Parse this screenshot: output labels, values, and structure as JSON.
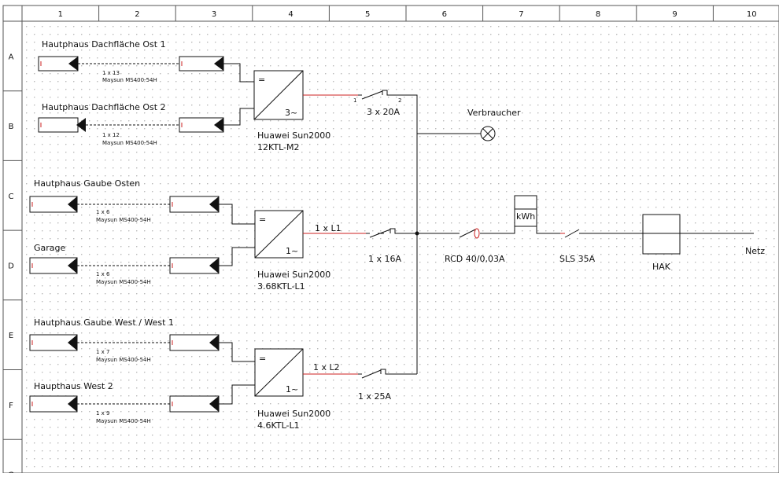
{
  "columns": [
    "1",
    "2",
    "3",
    "4",
    "5",
    "6",
    "7",
    "8",
    "9",
    "10"
  ],
  "rows": [
    "A",
    "B",
    "C",
    "D",
    "E",
    "F",
    "G"
  ],
  "colors": {
    "wire": "#111111",
    "dc": "#111111",
    "accent": "#cc2222",
    "grid": "#bdbdbd",
    "border": "#555555",
    "dots": "#9a9a9a"
  },
  "strings": [
    {
      "title": "Hautphaus Dachfläche Ost 1",
      "count": "1 x 13",
      "module": "Maysun MS400-54H"
    },
    {
      "title": "Hautphaus Dachfläche Ost 2",
      "count": "1 x 12",
      "module": "Maysun MS400-54H"
    },
    {
      "title": "Hautphaus Gaube Osten",
      "count": "1 x 6",
      "module": "Maysun MS400-54H"
    },
    {
      "title": "Garage",
      "count": "1 x 6",
      "module": "Maysun MS400-54H"
    },
    {
      "title": "Hautphaus Gaube West / West 1",
      "count": "1 x 7",
      "module": "Maysun MS400-54H"
    },
    {
      "title": "Haupthaus West 2",
      "count": "1 x 9",
      "module": "Maysun MS400-54H"
    }
  ],
  "inverters": [
    {
      "line1": "Huawei Sun2000",
      "line2": "12KTL-M2",
      "dc_symbol": "=",
      "ac_symbol": "3~"
    },
    {
      "line1": "Huawei Sun2000",
      "line2": "3.68KTL-L1",
      "dc_symbol": "=",
      "ac_symbol": "1~"
    },
    {
      "line1": "Huawei Sun2000",
      "line2": "4.6KTL-L1",
      "dc_symbol": "=",
      "ac_symbol": "1~"
    }
  ],
  "ac_lines": {
    "inv2": "1 x L1",
    "inv3": "1 x L2"
  },
  "breakers": {
    "b1": "3 x 20A",
    "b2": "1 x 16A",
    "b3": "1 x 25A"
  },
  "consumer": "Verbraucher",
  "rcd": "RCD 40/0,03A",
  "meter": "kWh",
  "sls": "SLS 35A",
  "hak": "HAK",
  "grid_label": "Netz"
}
